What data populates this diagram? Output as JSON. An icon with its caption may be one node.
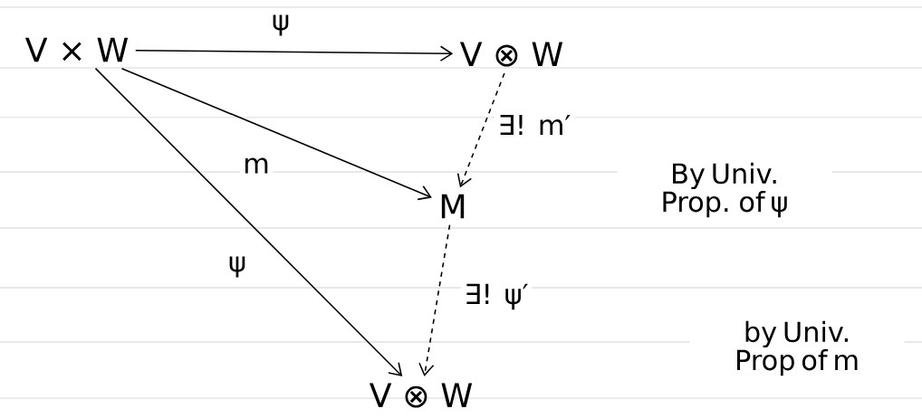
{
  "diagram": {
    "nodes": [
      {
        "text": [
          "V × W"
        ]
      },
      {
        "text": [
          "V ⊗ W"
        ]
      },
      {
        "text": [
          "M"
        ]
      },
      {
        "text": [
          "V ⊗ W"
        ]
      }
    ],
    "edges": [
      {
        "from": 0,
        "to": 1,
        "arrow": "to",
        "label": "ψ"
      },
      {
        "from": 1,
        "to": 2,
        "arrow": "to",
        "label": "∃! m′",
        "style": "dashed"
      },
      {
        "from": 0,
        "to": 2,
        "arrow": "to",
        "label": "m"
      },
      {
        "from": 2,
        "to": 3,
        "arrow": "to",
        "label": "∃! ψ′",
        "style": "dashed"
      },
      {
        "from": 0,
        "to": 3,
        "arrow": "to",
        "label": "ψ"
      }
    ],
    "labels": [
      "By Univ. Prop. of ψ",
      "by Univ. Prop of m"
    ]
  }
}
